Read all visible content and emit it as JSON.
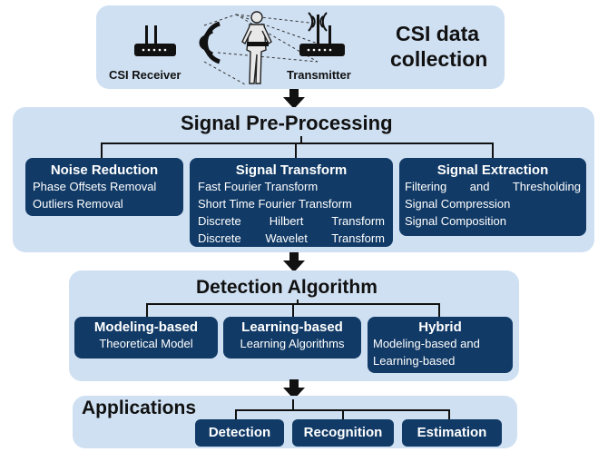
{
  "csi": {
    "title_line1": "CSI data",
    "title_line2": "collection",
    "receiver_label": "CSI Receiver",
    "transmitter_label": "Transmitter"
  },
  "preprocessing": {
    "title": "Signal Pre-Processing",
    "noise": {
      "title": "Noise Reduction",
      "items": [
        "Phase Offsets Removal",
        "Outliers Removal"
      ]
    },
    "transform": {
      "title": "Signal Transform",
      "items": [
        "Fast Fourier Transform",
        "Short Time Fourier Transform",
        "Discrete Hilbert Transform",
        "Discrete Wavelet Transform"
      ]
    },
    "extraction": {
      "title": "Signal Extraction",
      "items": [
        "Filtering and Thresholding",
        "Signal Compression",
        "Signal Composition"
      ]
    }
  },
  "detection": {
    "title": "Detection Algorithm",
    "modeling": {
      "title": "Modeling-based",
      "items": [
        "Theoretical Model"
      ]
    },
    "learning": {
      "title": "Learning-based",
      "items": [
        "Learning Algorithms"
      ]
    },
    "hybrid": {
      "title": "Hybrid",
      "items": [
        "Modeling-based and",
        "Learning-based"
      ]
    }
  },
  "applications": {
    "title": "Applications",
    "items": [
      "Detection",
      "Recognition",
      "Estimation"
    ]
  }
}
